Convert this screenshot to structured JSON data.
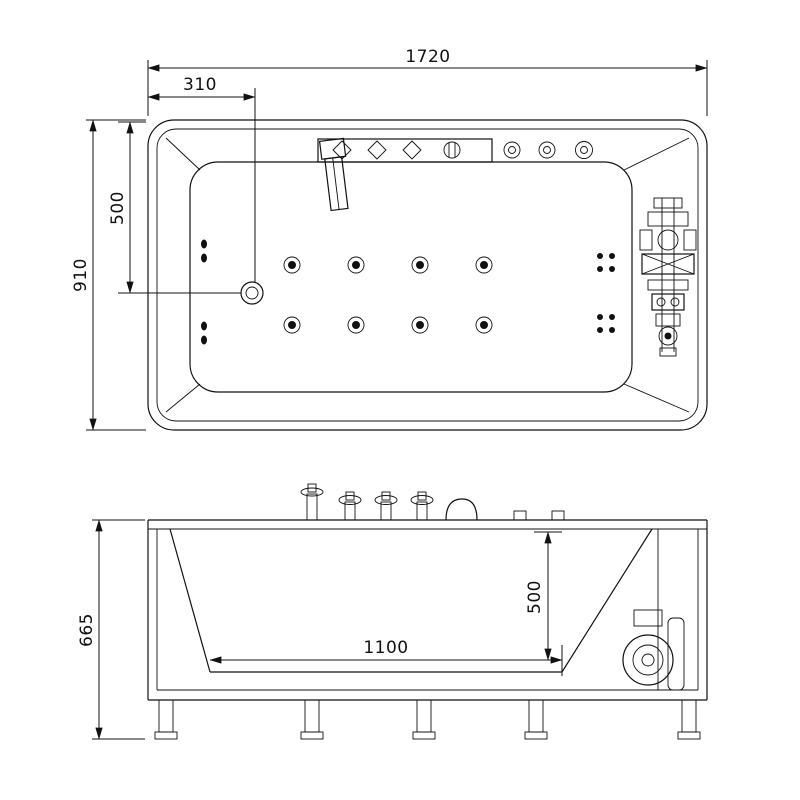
{
  "drawing": {
    "top_view": {
      "dim_overall_length": "1720",
      "dim_faucet_offset": "310",
      "dim_overall_width": "910",
      "dim_faucet_from_top": "500"
    },
    "front_view": {
      "dim_overall_height": "665",
      "dim_bottom_inner_length": "1100",
      "dim_inner_depth": "500"
    }
  }
}
